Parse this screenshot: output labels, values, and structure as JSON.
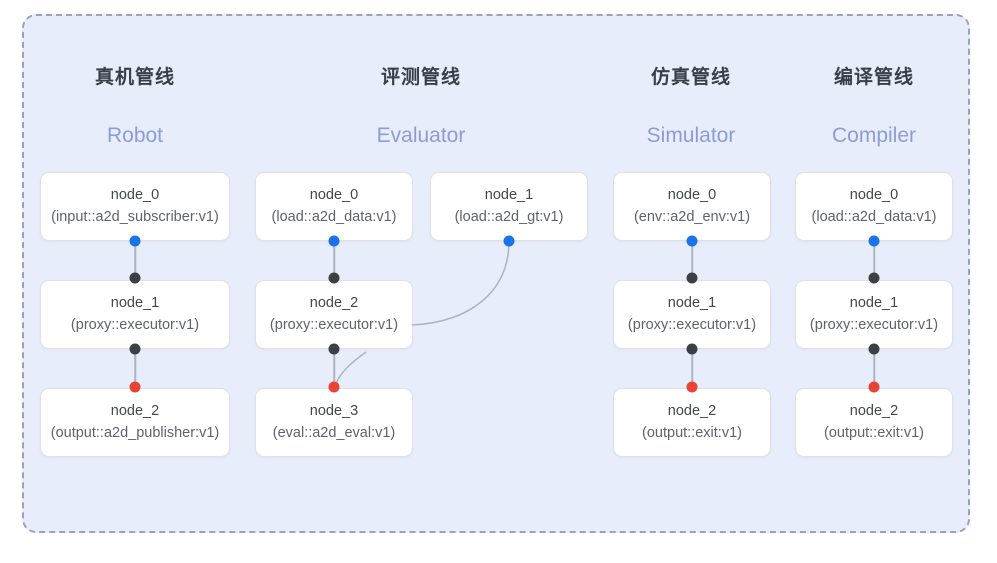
{
  "panel": {
    "background_color": "#e8edfb",
    "border_color": "#9aa3b5",
    "border_style": "dashed"
  },
  "palette": {
    "port_input": "#1a73e8",
    "port_middle": "#3c4043",
    "port_output": "#ea4335",
    "edge": "#aeb4bd",
    "title": "#3a3f47",
    "subtitle": "#8b9dd6",
    "node_border": "#dfe1e5",
    "node_background": "#ffffff"
  },
  "columns": [
    {
      "id": "robot",
      "title": "真机管线",
      "subtitle": "Robot",
      "nodes": [
        {
          "name": "node_0",
          "type": "(input::a2d_subscriber:v1)"
        },
        {
          "name": "node_1",
          "type": "(proxy::executor:v1)"
        },
        {
          "name": "node_2",
          "type": "(output::a2d_publisher:v1)"
        }
      ]
    },
    {
      "id": "evaluator",
      "title": "评测管线",
      "subtitle": "Evaluator",
      "nodes": [
        {
          "name": "node_0",
          "type": "(load::a2d_data:v1)"
        },
        {
          "name": "node_1",
          "type": "(load::a2d_gt:v1)"
        },
        {
          "name": "node_2",
          "type": "(proxy::executor:v1)"
        },
        {
          "name": "node_3",
          "type": "(eval::a2d_eval:v1)"
        }
      ]
    },
    {
      "id": "simulator",
      "title": "仿真管线",
      "subtitle": "Simulator",
      "nodes": [
        {
          "name": "node_0",
          "type": "(env::a2d_env:v1)"
        },
        {
          "name": "node_1",
          "type": "(proxy::executor:v1)"
        },
        {
          "name": "node_2",
          "type": "(output::exit:v1)"
        }
      ]
    },
    {
      "id": "compiler",
      "title": "编译管线",
      "subtitle": "Compiler",
      "nodes": [
        {
          "name": "node_0",
          "type": "(load::a2d_data:v1)"
        },
        {
          "name": "node_1",
          "type": "(proxy::executor:v1)"
        },
        {
          "name": "node_2",
          "type": "(output::exit:v1)"
        }
      ]
    }
  ]
}
